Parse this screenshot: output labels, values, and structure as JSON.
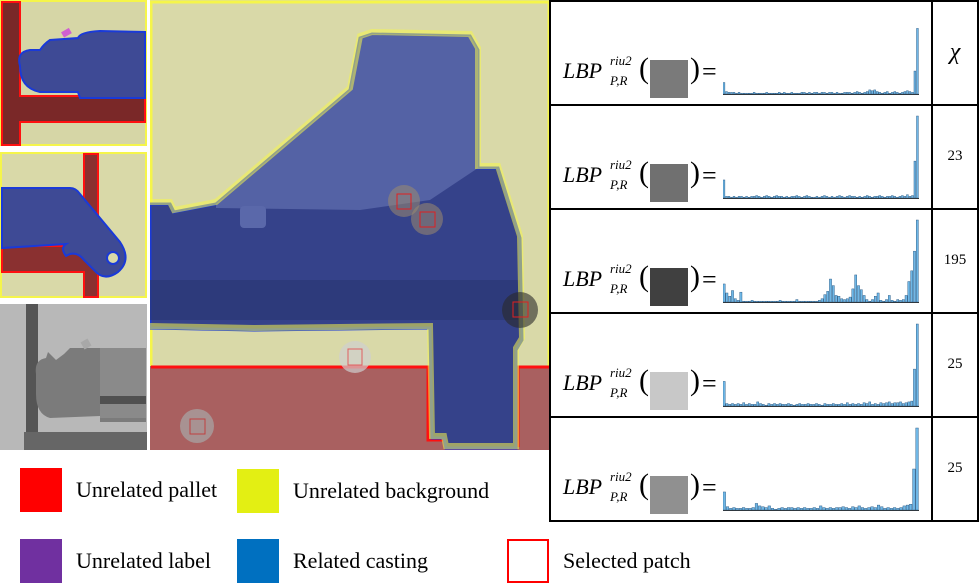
{
  "table": {
    "formula": {
      "base": "LBP",
      "superscript": "riu2",
      "subscript": "P,R",
      "equals": "="
    },
    "header_value": "χ",
    "rows": [
      {
        "patch_tone": "#7a7a7a",
        "value": "",
        "hist": [
          14,
          3,
          2,
          2,
          2,
          1,
          2,
          1,
          1,
          1,
          1,
          1,
          2,
          1,
          1,
          1,
          1,
          2,
          1,
          1,
          1,
          1,
          2,
          1,
          2,
          1,
          1,
          2,
          1,
          1,
          1,
          2,
          2,
          1,
          2,
          1,
          2,
          2,
          1,
          2,
          2,
          1,
          2,
          2,
          1,
          2,
          1,
          1,
          2,
          2,
          2,
          1,
          2,
          3,
          2,
          1,
          2,
          3,
          5,
          4,
          5,
          3,
          2,
          1,
          2,
          3,
          1,
          2,
          3,
          2,
          1,
          2,
          3,
          4,
          3,
          2,
          28,
          80
        ]
      },
      {
        "patch_tone": "#707070",
        "value": "23",
        "hist": [
          22,
          2,
          2,
          1,
          2,
          1,
          2,
          2,
          1,
          2,
          1,
          2,
          2,
          3,
          2,
          1,
          2,
          3,
          2,
          1,
          2,
          3,
          2,
          2,
          1,
          2,
          1,
          2,
          2,
          3,
          2,
          1,
          2,
          3,
          2,
          1,
          1,
          2,
          1,
          2,
          3,
          2,
          1,
          2,
          1,
          2,
          3,
          2,
          1,
          2,
          3,
          2,
          2,
          1,
          2,
          1,
          2,
          3,
          2,
          1,
          2,
          2,
          3,
          2,
          1,
          2,
          2,
          3,
          2,
          1,
          2,
          3,
          2,
          4,
          2,
          3,
          45,
          100
        ]
      },
      {
        "patch_tone": "#404040",
        "value": "195",
        "hist": [
          22,
          11,
          7,
          14,
          4,
          2,
          12,
          1,
          1,
          1,
          2,
          1,
          1,
          1,
          1,
          1,
          1,
          1,
          1,
          1,
          2,
          1,
          1,
          1,
          1,
          1,
          3,
          1,
          1,
          1,
          1,
          1,
          1,
          1,
          2,
          4,
          9,
          13,
          28,
          20,
          8,
          7,
          4,
          3,
          4,
          6,
          16,
          33,
          20,
          15,
          8,
          3,
          1,
          3,
          7,
          11,
          2,
          1,
          3,
          8,
          2,
          1,
          3,
          2,
          3,
          8,
          25,
          38,
          62,
          100
        ]
      },
      {
        "patch_tone": "#c8c8c8",
        "value": "25",
        "hist": [
          30,
          3,
          2,
          3,
          2,
          3,
          2,
          4,
          2,
          3,
          2,
          2,
          5,
          3,
          2,
          1,
          3,
          2,
          3,
          2,
          3,
          2,
          2,
          3,
          2,
          1,
          2,
          3,
          2,
          2,
          3,
          2,
          2,
          3,
          2,
          1,
          3,
          2,
          2,
          3,
          2,
          2,
          3,
          2,
          4,
          2,
          3,
          2,
          3,
          2,
          4,
          3,
          5,
          2,
          3,
          2,
          4,
          3,
          4,
          5,
          3,
          4,
          4,
          5,
          3,
          4,
          5,
          6,
          45,
          100
        ]
      },
      {
        "patch_tone": "#909090",
        "value": "25",
        "hist": [
          22,
          4,
          2,
          3,
          2,
          2,
          3,
          2,
          2,
          3,
          8,
          5,
          4,
          3,
          5,
          2,
          1,
          2,
          3,
          2,
          3,
          3,
          2,
          3,
          2,
          3,
          2,
          2,
          3,
          2,
          5,
          3,
          2,
          3,
          2,
          3,
          3,
          4,
          3,
          2,
          4,
          3,
          5,
          3,
          2,
          3,
          4,
          3,
          6,
          4,
          2,
          3,
          2,
          3,
          2,
          3,
          5,
          6,
          7,
          50,
          100
        ]
      }
    ]
  },
  "legend": {
    "items": [
      {
        "label": "Unrelated pallet",
        "color": "#ff0000"
      },
      {
        "label": "Unrelated background",
        "color": "#e3ef13"
      },
      {
        "label": "Unrelated label",
        "color": "#7030a0"
      },
      {
        "label": "Related casting",
        "color": "#0070c0"
      },
      {
        "label": "Selected patch",
        "color": "#ff0000"
      }
    ]
  },
  "colors": {
    "background_region": "#d9d9a8",
    "casting_region": "#3b4a8f",
    "pallet_region": "#a86060",
    "yellow_outline": "#f5f54a",
    "blue_outline": "#1a3ad8",
    "red_outline": "#ff1010",
    "hist_bar": "#6fb7e6"
  }
}
